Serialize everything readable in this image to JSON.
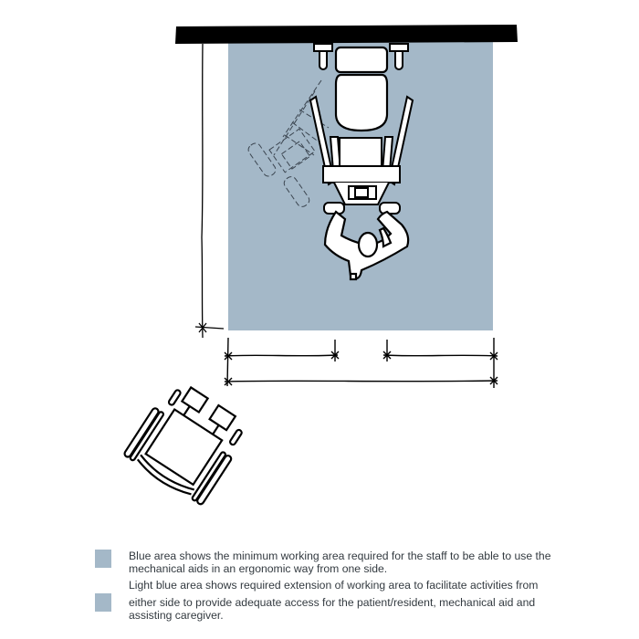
{
  "diagram": {
    "title": "",
    "colors": {
      "blue_area": "#a4b8c8",
      "light_blue_area": "#a4b8c8",
      "wall": "#000000",
      "line": "#000000",
      "background": "#ffffff"
    },
    "elements": [
      "wall",
      "blue-working-area",
      "toilet",
      "grab-bars",
      "standing-lift-aid",
      "ghosted-lift-rotation",
      "caregiver",
      "vertical-dimension-line",
      "horizontal-dimension-lines",
      "wheelchair"
    ]
  },
  "legend": {
    "items": [
      {
        "swatch_color": "#a4b8c8",
        "line1": "Blue area shows the minimum working area required for the staff to be able to use the",
        "line2": "mechanical aids in an ergonomic way from one side."
      },
      {
        "swatch_color": "#a4b8c8",
        "line1": "Light blue area shows required extension of working area to facilitate activities from",
        "line2": "either side to provide adequate access for the patient/resident, mechanical aid and",
        "line3": "assisting caregiver."
      }
    ]
  }
}
